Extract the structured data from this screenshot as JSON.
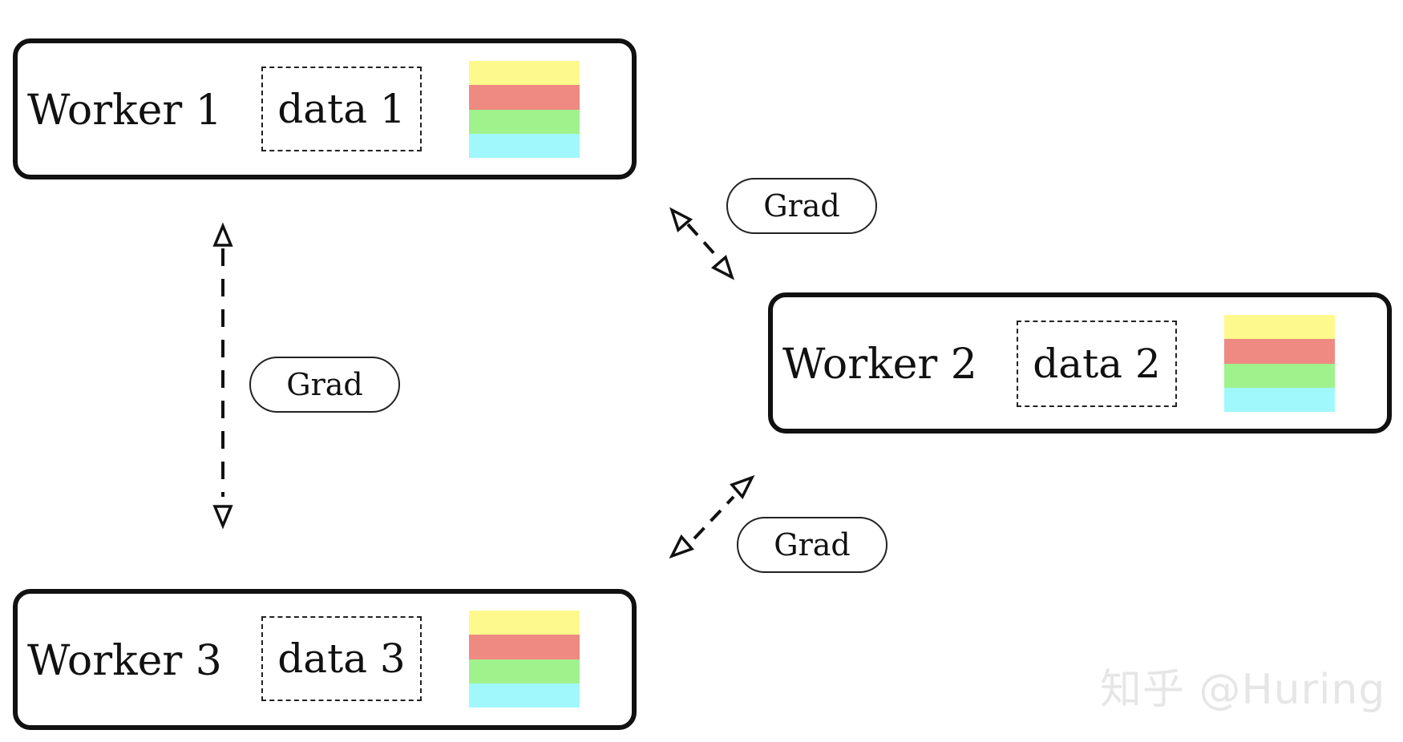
{
  "workers": [
    {
      "label": "Worker 1",
      "data_label": "data 1"
    },
    {
      "label": "Worker 2",
      "data_label": "data 2"
    },
    {
      "label": "Worker 3",
      "data_label": "data 3"
    }
  ],
  "model_stack_colors": [
    "#fdf98d",
    "#ee8a82",
    "#a0f28c",
    "#a0f8fc"
  ],
  "grad_labels": [
    "Grad",
    "Grad",
    "Grad"
  ],
  "watermark": "知乎 @Huring"
}
